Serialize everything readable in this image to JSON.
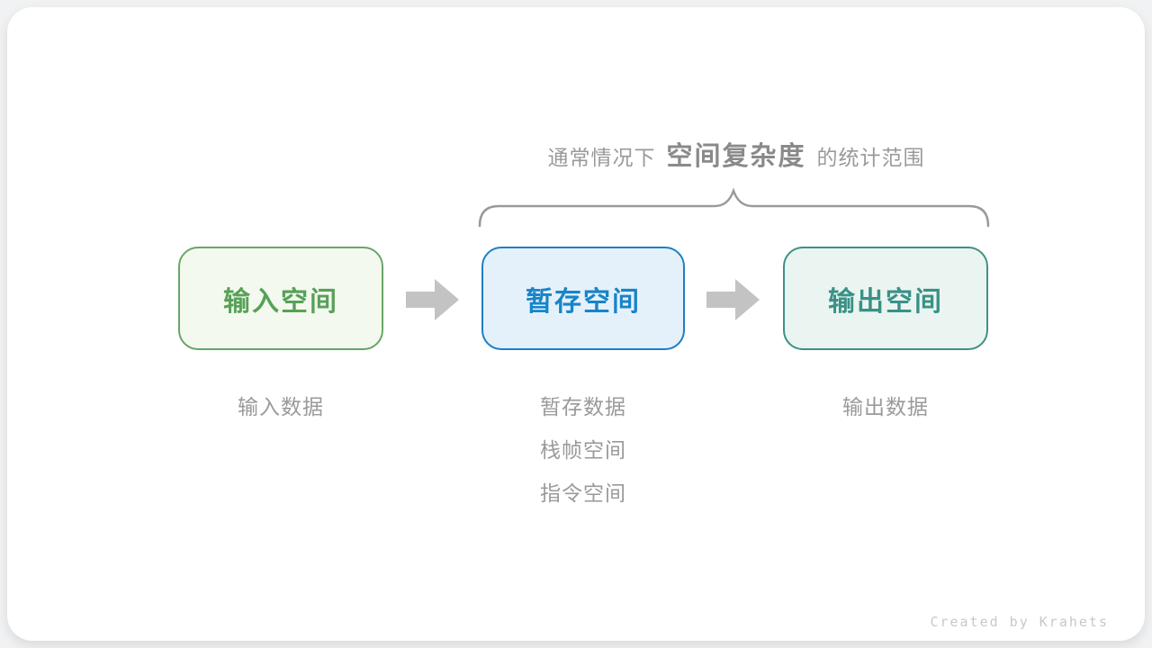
{
  "page": {
    "outer_background": "#f1f2f3",
    "card_background": "#ffffff"
  },
  "caption": {
    "prefix": "通常情况下",
    "highlight": "空间复杂度",
    "suffix": "的统计范围",
    "text_color": "#9a9a9a",
    "highlight_color": "#8a8a8a"
  },
  "brace": {
    "color": "#9a9a9a"
  },
  "boxes": [
    {
      "id": "input-space",
      "label": "输入空间",
      "text_color": "#58a158",
      "border_color": "#67a667",
      "background": "#f4f9ef",
      "sublabels": [
        "输入数据"
      ]
    },
    {
      "id": "temp-space",
      "label": "暂存空间",
      "text_color": "#1884c9",
      "border_color": "#1e7fc4",
      "background": "#e4f1fa",
      "sublabels": [
        "暂存数据",
        "栈帧空间",
        "指令空间"
      ]
    },
    {
      "id": "output-space",
      "label": "输出空间",
      "text_color": "#3a9186",
      "border_color": "#3e9184",
      "background": "#eaf5f1",
      "sublabels": [
        "输出数据"
      ]
    }
  ],
  "arrows": {
    "color": "#c3c3c3"
  },
  "footer": {
    "credit": "Created by Krahets",
    "color": "#c8c8c8"
  }
}
